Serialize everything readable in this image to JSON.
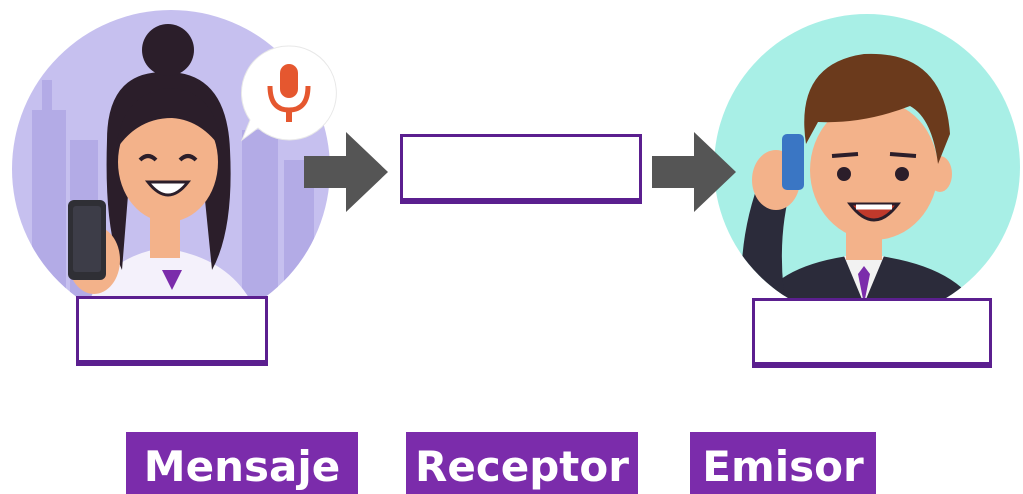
{
  "labels": [
    {
      "text": "Mensaje"
    },
    {
      "text": "Receptor"
    },
    {
      "text": "Emisor"
    }
  ],
  "drop_zones": [
    {
      "value": ""
    },
    {
      "value": ""
    },
    {
      "value": ""
    }
  ],
  "colors": {
    "accent": "#7b2cab",
    "box_border": "#5b1f8f",
    "arrow": "#555555",
    "left_bg": "#c6c0ef",
    "right_bg": "#a8efe6"
  },
  "icons": [
    "microphone-icon",
    "arrow-right-icon",
    "arrow-right-icon"
  ]
}
